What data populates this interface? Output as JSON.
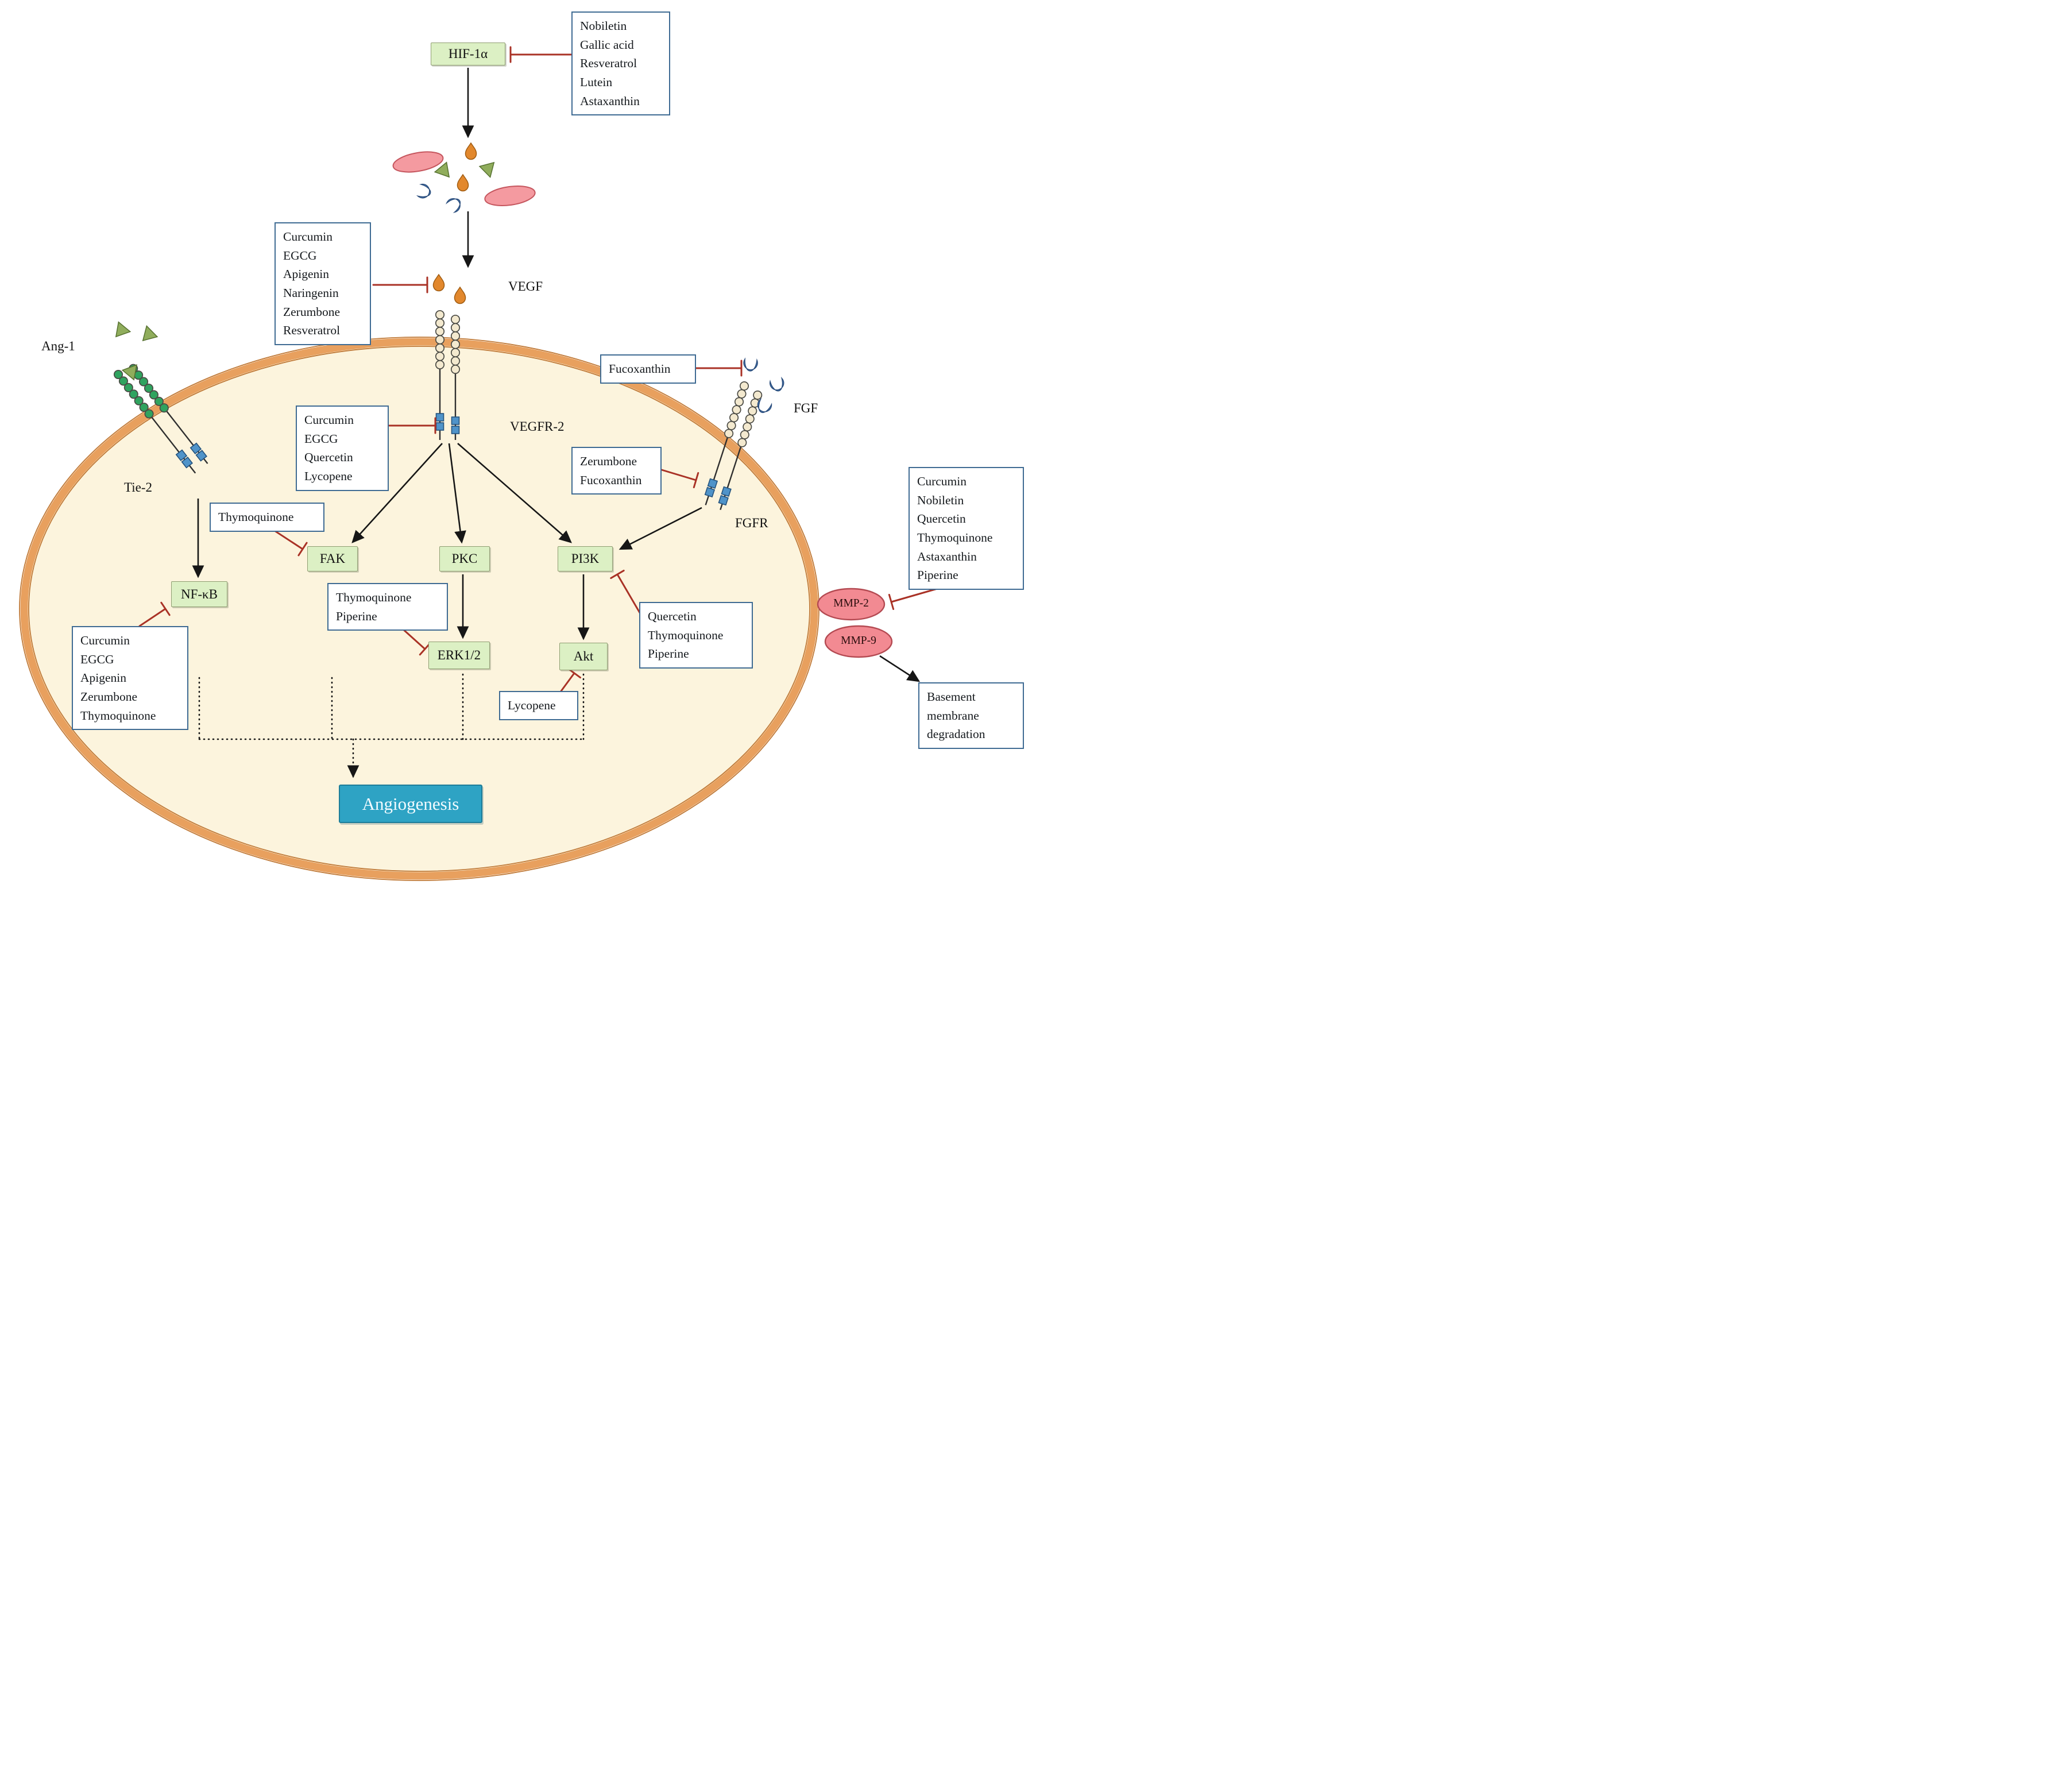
{
  "nodes": {
    "hif1a": "HIF-1α",
    "vegf": "VEGF",
    "vegfr2": "VEGFR-2",
    "ang1": "Ang-1",
    "tie2": "Tie-2",
    "fgf": "FGF",
    "fgfr": "FGFR",
    "fak": "FAK",
    "pkc": "PKC",
    "pi3k": "PI3K",
    "nfkb": "NF-κB",
    "erk12": "ERK1/2",
    "akt": "Akt",
    "mmp2": "MMP-2",
    "mmp9": "MMP-9",
    "angiogenesis": "Angiogenesis",
    "basement_membrane_degradation": [
      "Basement",
      "membrane",
      "degradation"
    ]
  },
  "inhibitors": {
    "of_hif1a": [
      "Nobiletin",
      "Gallic acid",
      "Resveratrol",
      "Lutein",
      "Astaxanthin"
    ],
    "of_vegf": [
      "Curcumin",
      "EGCG",
      "Apigenin",
      "Naringenin",
      "Zerumbone",
      "Resveratrol"
    ],
    "of_vegfr2": [
      "Curcumin",
      "EGCG",
      "Quercetin",
      "Lycopene"
    ],
    "of_fgf": [
      "Fucoxanthin"
    ],
    "of_fgfr": [
      "Zerumbone",
      "Fucoxanthin"
    ],
    "of_fak": [
      "Thymoquinone"
    ],
    "of_erk12": [
      "Thymoquinone",
      "Piperine"
    ],
    "of_pi3k": [
      "Quercetin",
      "Thymoquinone",
      "Piperine"
    ],
    "of_akt": [
      "Lycopene"
    ],
    "of_nfkb": [
      "Curcumin",
      "EGCG",
      "Apigenin",
      "Zerumbone",
      "Thymoquinone"
    ],
    "of_mmp": [
      "Curcumin",
      "Nobiletin",
      "Quercetin",
      "Thymoquinone",
      "Astaxanthin",
      "Piperine"
    ]
  },
  "colors": {
    "inhibition_red": "#a93226",
    "membrane_orange": "#e8a05e",
    "cell_fill": "#fcf4dd",
    "node_green": "#dcf0c4",
    "angiogenesis_teal": "#2ea3c4",
    "mmp_pink": "#f28a92",
    "ligand_blue": "#4d7fba",
    "vegf_orange": "#e2882d",
    "tie2_bead_green": "#2fa35f",
    "box_border_blue": "#3f6b93"
  }
}
